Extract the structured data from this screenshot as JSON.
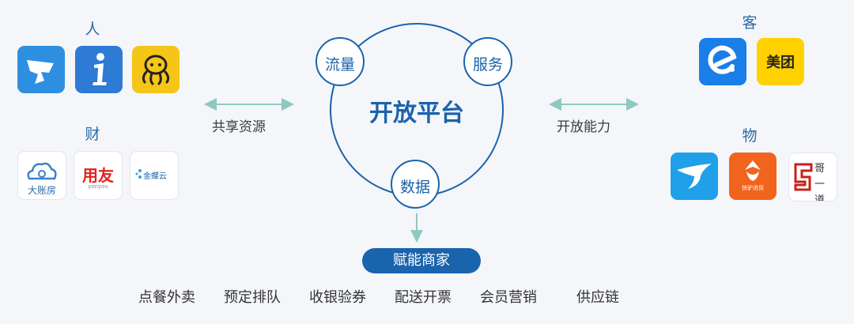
{
  "colors": {
    "blue": "#1a63ad",
    "arrow": "#8ec9bf",
    "text": "#333333"
  },
  "left": {
    "people": {
      "title": "人",
      "icons": [
        "dingtalk-icon",
        "info-i-icon",
        "octopus-icon"
      ]
    },
    "finance": {
      "title": "财",
      "icons": [
        {
          "name": "dazhangfang-icon",
          "label": "大账房"
        },
        {
          "name": "yonyou-icon",
          "label": "用友",
          "sublabel": "yonyou"
        },
        {
          "name": "jindie-icon",
          "label": "金蝶云"
        }
      ]
    }
  },
  "right": {
    "customers": {
      "title": "客",
      "icons": [
        {
          "name": "eleme-icon"
        },
        {
          "name": "meituan-icon",
          "label": "美团"
        }
      ]
    },
    "goods": {
      "title": "物",
      "icons": [
        {
          "name": "bird-icon"
        },
        {
          "name": "kuaimeng-icon",
          "label": "快驴进货"
        },
        {
          "name": "seal-icon",
          "label": "哥一道"
        }
      ]
    }
  },
  "center": {
    "title": "开放平台",
    "nodes": {
      "traffic": "流量",
      "service": "服务",
      "data": "数据"
    }
  },
  "arrows": {
    "left": "共享资源",
    "right": "开放能力"
  },
  "result": {
    "label": "赋能商家"
  },
  "features": [
    "点餐外卖",
    "预定排队",
    "收银验券",
    "配送开票",
    "会员营销",
    "供应链"
  ]
}
